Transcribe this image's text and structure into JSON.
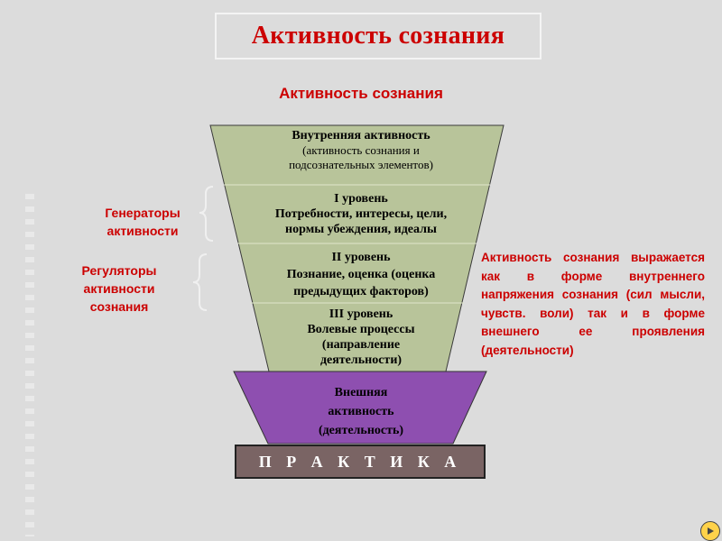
{
  "title": "Активность сознания",
  "subtitle": "Активность сознания",
  "funnel": {
    "section1": {
      "line1": "Внутренняя активность",
      "line2": "(активность сознания и",
      "line3": "подсознательных элементов)"
    },
    "section2": {
      "line1": "I уровень",
      "line2": "Потребности, интересы, цели,",
      "line3": "нормы убеждения, идеалы"
    },
    "section3": {
      "line1": "II уровень",
      "line2": "Познание, оценка (оценка",
      "line3": "предыдущих факторов)"
    },
    "section4": {
      "line1": "III уровень",
      "line2": "Волевые процессы",
      "line3": "(направление",
      "line4": "деятельности)"
    }
  },
  "external": {
    "line1": "Внешняя",
    "line2": "активность",
    "line3": "(деятельность)"
  },
  "praktika": "П Р А К Т И К А",
  "generators": {
    "line1": "Генераторы",
    "line2": "активности"
  },
  "regulators": {
    "line1": "Регуляторы",
    "line2": "активности",
    "line3": "сознания"
  },
  "description": "Активность сознания выражается как в форме внутреннего напряжения сознания (сил мысли, чувств. воли) так и в форме внешнего ее проявления (деятельности)",
  "colors": {
    "accent": "#cc0000",
    "funnel": "#b8c49a",
    "external": "#8e4fb0",
    "praktika": "#7a6464"
  }
}
